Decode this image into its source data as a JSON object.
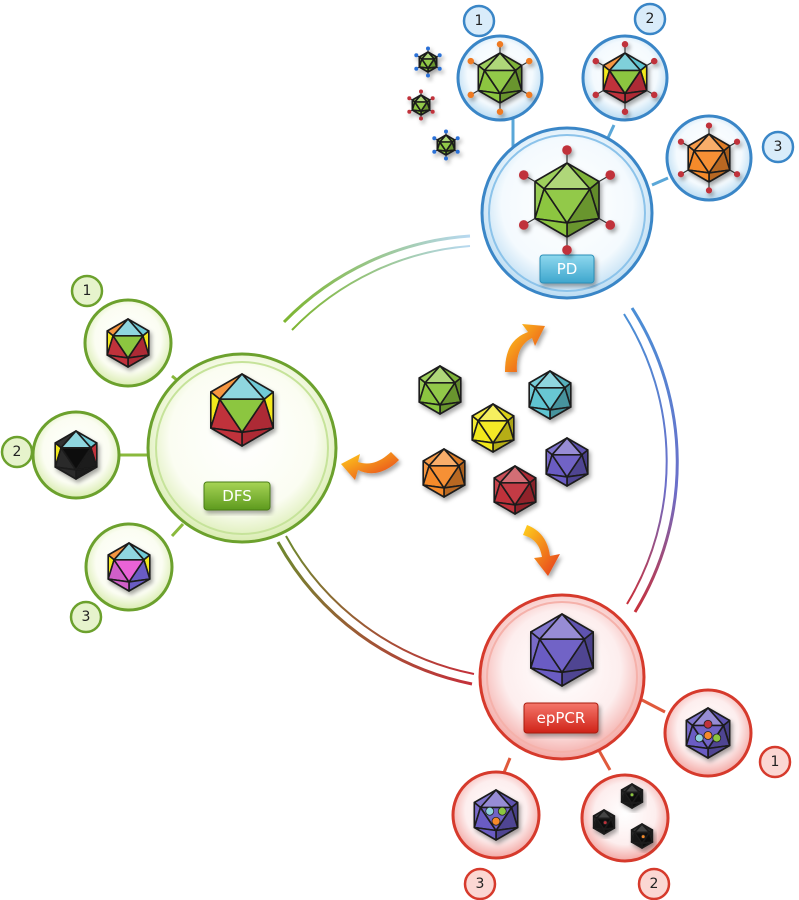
{
  "method_labels": {
    "pd": "PD",
    "dfs": "DFS",
    "eppcr": "epPCR"
  },
  "sub_numbers": [
    "1",
    "2",
    "3"
  ],
  "colors": {
    "green": "#8cc63f",
    "yellow": "#f2e81a",
    "cyan": "#5fc4d1",
    "orange": "#f58a2a",
    "red": "#c0303a",
    "purple": "#6a5bc3",
    "pd_accent": "#49aee0",
    "dfs_accent": "#7fb832",
    "eppcr_accent": "#e0392c"
  },
  "icons": {
    "virus": "icosahedron-icon",
    "arrow": "curved-arrow-icon"
  }
}
